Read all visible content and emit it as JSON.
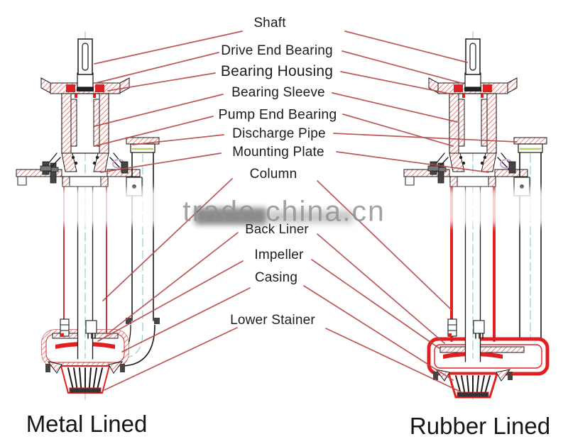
{
  "title": "Vertical slurry pump sectional diagram",
  "watermark": {
    "text": "trade.china.cn"
  },
  "captions": {
    "left": "Metal Lined",
    "right": "Rubber Lined"
  },
  "labels": [
    {
      "id": "shaft",
      "text": "Shaft"
    },
    {
      "id": "drive-end-bearing",
      "text": "Drive End Bearing"
    },
    {
      "id": "bearing-housing",
      "text": "Bearing Housing"
    },
    {
      "id": "bearing-sleeve",
      "text": "Bearing Sleeve"
    },
    {
      "id": "pump-end-bearing",
      "text": "Pump End Bearing"
    },
    {
      "id": "discharge-pipe",
      "text": "Discharge Pipe"
    },
    {
      "id": "mounting-plate",
      "text": "Mounting Plate"
    },
    {
      "id": "column",
      "text": "Column"
    },
    {
      "id": "back-liner",
      "text": "Back Liner"
    },
    {
      "id": "impeller",
      "text": "Impeller"
    },
    {
      "id": "casing",
      "text": "Casing"
    },
    {
      "id": "lower-stainer",
      "text": "Lower Stainer"
    }
  ],
  "colors": {
    "diagram_red": "#e02020",
    "column_red_metal": "#c23535",
    "hatch_red": "#ef8080",
    "leader_red": "#b84848",
    "outline_black": "#1a1a1a",
    "centerline_teal": "#8fcfcf",
    "label_text": "#1c1c1c",
    "watermark_gray": "#8f8f8f",
    "accent_green": "#b9cc6a",
    "accent_lavender": "#c9a6d6",
    "steel_dark": "#444444",
    "steel_mid": "#777777"
  }
}
